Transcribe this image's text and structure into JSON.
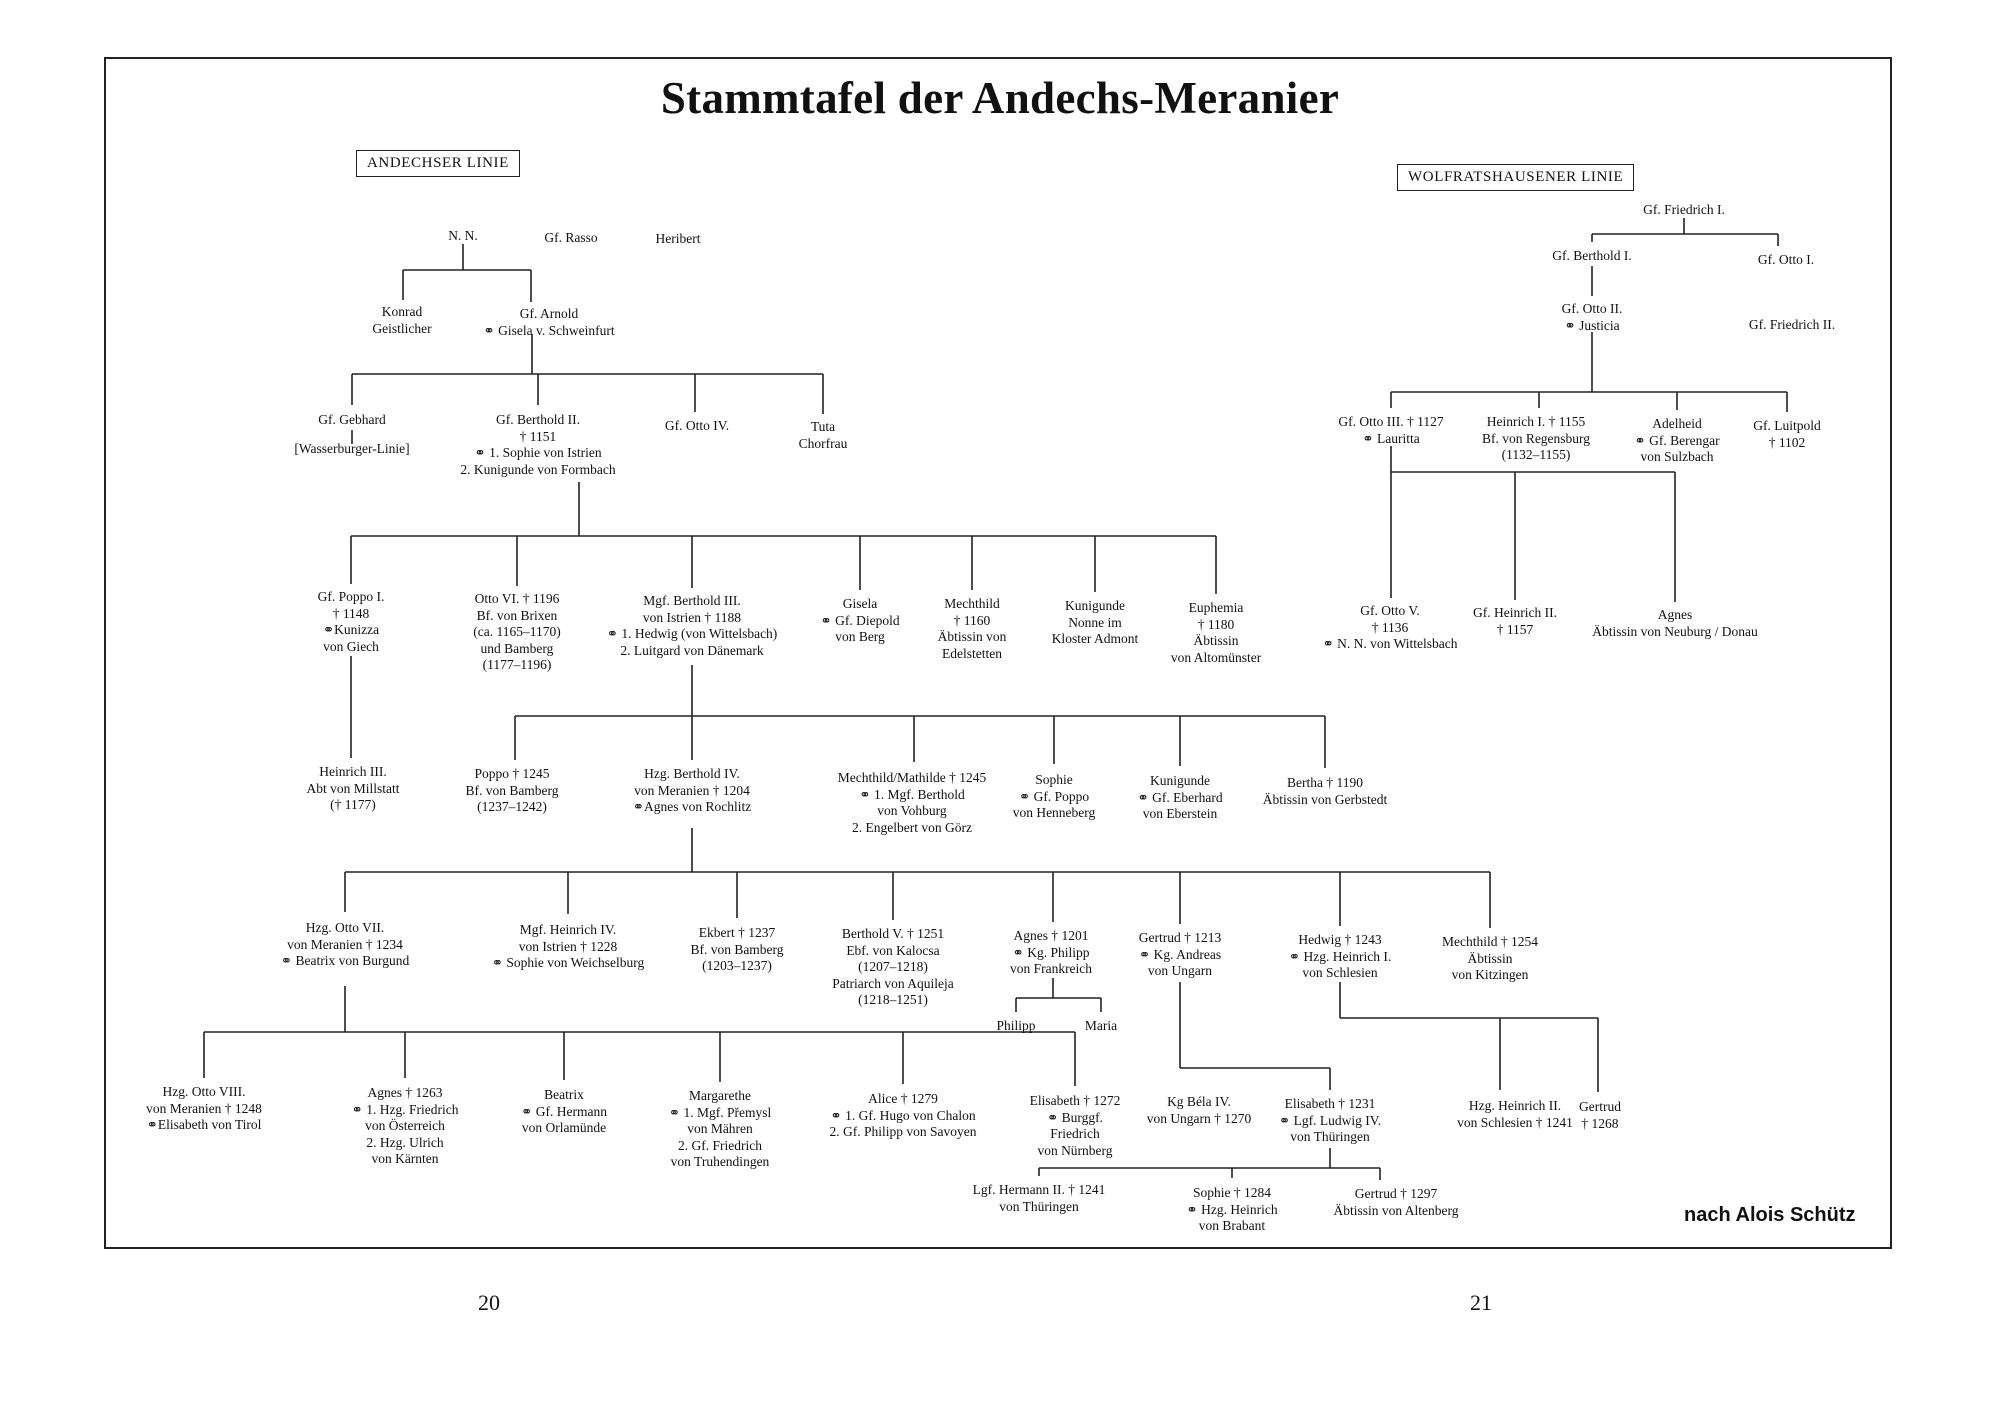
{
  "title": "Stammtafel der Andechs-Meranier",
  "line_boxes": {
    "andechs": "ANDECHSER LINIE",
    "wolfrats": "WOLFRATSHAUSENER LINIE"
  },
  "credit": "nach Alois Schütz",
  "pages": {
    "left": "20",
    "right": "21"
  },
  "persons": [
    {
      "id": "nn",
      "lines": [
        "N. N."
      ]
    },
    {
      "id": "rasso",
      "lines": [
        "Gf. Rasso"
      ]
    },
    {
      "id": "heribert",
      "lines": [
        "Heribert"
      ]
    },
    {
      "id": "konrad",
      "lines": [
        "Konrad",
        "Geistlicher"
      ]
    },
    {
      "id": "arnold",
      "lines": [
        "Gf. Arnold",
        "⚭ Gisela v. Schweinfurt"
      ]
    },
    {
      "id": "gebhard",
      "lines": [
        "Gf. Gebhard",
        "",
        "[Wasserburger-Linie]"
      ]
    },
    {
      "id": "berthold2",
      "lines": [
        "Gf. Berthold II.",
        "† 1151",
        "⚭ 1. Sophie von Istrien",
        "2. Kunigunde von Formbach"
      ]
    },
    {
      "id": "otto4",
      "lines": [
        "Gf. Otto IV."
      ]
    },
    {
      "id": "tuta",
      "lines": [
        "Tuta",
        "Chorfrau"
      ]
    },
    {
      "id": "poppo1",
      "lines": [
        "Gf. Poppo I.",
        "† 1148",
        "⚭Kunizza",
        "von Giech"
      ]
    },
    {
      "id": "otto6",
      "lines": [
        "Otto VI. † 1196",
        "Bf. von Brixen",
        "(ca. 1165–1170)",
        "und Bamberg",
        "(1177–1196)"
      ]
    },
    {
      "id": "berthold3",
      "lines": [
        "Mgf. Berthold III.",
        "von Istrien † 1188",
        "⚭ 1. Hedwig (von Wittelsbach)",
        "2. Luitgard von Dänemark"
      ]
    },
    {
      "id": "gisela",
      "lines": [
        "Gisela",
        "⚭ Gf. Diepold",
        "von Berg"
      ]
    },
    {
      "id": "mechthild1",
      "lines": [
        "Mechthild",
        "† 1160",
        "Äbtissin von",
        "Edelstetten"
      ]
    },
    {
      "id": "kunigunde1",
      "lines": [
        "Kunigunde",
        "Nonne im",
        "Kloster Admont"
      ]
    },
    {
      "id": "euphemia",
      "lines": [
        "Euphemia",
        "† 1180",
        "Äbtissin",
        "von Altomünster"
      ]
    },
    {
      "id": "heinrich3",
      "lines": [
        "Heinrich III.",
        "Abt von Millstatt",
        "(† 1177)"
      ]
    },
    {
      "id": "poppo2",
      "lines": [
        "Poppo † 1245",
        "Bf. von Bamberg",
        "(1237–1242)"
      ]
    },
    {
      "id": "berthold4",
      "lines": [
        "Hzg. Berthold IV.",
        "von Meranien † 1204",
        "⚭Agnes von Rochlitz"
      ]
    },
    {
      "id": "mechthild2",
      "lines": [
        "Mechthild/Mathilde † 1245",
        "⚭ 1. Mgf. Berthold",
        "von Vohburg",
        "2. Engelbert von Görz"
      ]
    },
    {
      "id": "sophie1",
      "lines": [
        "Sophie",
        "⚭ Gf. Poppo",
        "von Henneberg"
      ]
    },
    {
      "id": "kunigunde2",
      "lines": [
        "Kunigunde",
        "⚭ Gf. Eberhard",
        "von Eberstein"
      ]
    },
    {
      "id": "bertha",
      "lines": [
        "Bertha † 1190",
        "Äbtissin von Gerbstedt"
      ]
    },
    {
      "id": "otto7",
      "lines": [
        "Hzg. Otto VII.",
        "von Meranien † 1234",
        "⚭ Beatrix von Burgund"
      ]
    },
    {
      "id": "heinrich4",
      "lines": [
        "Mgf. Heinrich IV.",
        "von Istrien † 1228",
        "⚭ Sophie von Weichselburg"
      ]
    },
    {
      "id": "ekbert",
      "lines": [
        "Ekbert † 1237",
        "Bf. von Bamberg",
        "(1203–1237)"
      ]
    },
    {
      "id": "berthold5",
      "lines": [
        "Berthold V. † 1251",
        "Ebf. von Kalocsa",
        "(1207–1218)",
        "Patriarch von Aquileja",
        "(1218–1251)"
      ]
    },
    {
      "id": "agnes1",
      "lines": [
        "Agnes † 1201",
        "⚭ Kg. Philipp",
        "von Frankreich"
      ]
    },
    {
      "id": "gertrud1",
      "lines": [
        "Gertrud † 1213",
        "⚭ Kg. Andreas",
        "von Ungarn"
      ]
    },
    {
      "id": "hedwig",
      "lines": [
        "Hedwig † 1243",
        "⚭ Hzg. Heinrich I.",
        "von Schlesien"
      ]
    },
    {
      "id": "mechthild3",
      "lines": [
        "Mechthild † 1254",
        "Äbtissin",
        "von Kitzingen"
      ]
    },
    {
      "id": "philipp",
      "lines": [
        "Philipp"
      ]
    },
    {
      "id": "maria",
      "lines": [
        "Maria"
      ]
    },
    {
      "id": "otto8",
      "lines": [
        "Hzg. Otto VIII.",
        "von Meranien † 1248",
        "⚭Elisabeth von Tirol"
      ]
    },
    {
      "id": "agnes2",
      "lines": [
        "Agnes † 1263",
        "⚭ 1. Hzg. Friedrich",
        "von Österreich",
        "2. Hzg. Ulrich",
        "von Kärnten"
      ]
    },
    {
      "id": "beatrix",
      "lines": [
        "Beatrix",
        "⚭ Gf. Hermann",
        "von Orlamünde"
      ]
    },
    {
      "id": "margarethe",
      "lines": [
        "Margarethe",
        "⚭ 1. Mgf. Přemysl",
        "von Mähren",
        "2. Gf. Friedrich",
        "von Truhendingen"
      ]
    },
    {
      "id": "alice",
      "lines": [
        "Alice † 1279",
        "⚭ 1. Gf. Hugo von Chalon",
        "2. Gf. Philipp von Savoyen"
      ]
    },
    {
      "id": "elisabeth1",
      "lines": [
        "Elisabeth † 1272",
        "⚭ Burggf.",
        "Friedrich",
        "von Nürnberg"
      ]
    },
    {
      "id": "bela",
      "lines": [
        "Kg Béla IV.",
        "von Ungarn † 1270"
      ]
    },
    {
      "id": "elisabeth2",
      "lines": [
        "Elisabeth † 1231",
        "⚭ Lgf. Ludwig IV.",
        "von Thüringen"
      ]
    },
    {
      "id": "heinrich2s",
      "lines": [
        "Hzg. Heinrich II.",
        "von Schlesien † 1241"
      ]
    },
    {
      "id": "gertrud2",
      "lines": [
        "Gertrud",
        "† 1268"
      ]
    },
    {
      "id": "hermann2",
      "lines": [
        "Lgf. Hermann II. † 1241",
        "von Thüringen"
      ]
    },
    {
      "id": "sophie2",
      "lines": [
        "Sophie † 1284",
        "⚭ Hzg. Heinrich",
        "von Brabant"
      ]
    },
    {
      "id": "gertrud3",
      "lines": [
        "Gertrud † 1297",
        "Äbtissin von Altenberg"
      ]
    },
    {
      "id": "friedrich1",
      "lines": [
        "Gf. Friedrich I."
      ]
    },
    {
      "id": "wberthold1",
      "lines": [
        "Gf. Berthold I."
      ]
    },
    {
      "id": "wotto1",
      "lines": [
        "Gf. Otto I."
      ]
    },
    {
      "id": "wotto2",
      "lines": [
        "Gf. Otto II.",
        "⚭ Justicia"
      ]
    },
    {
      "id": "friedrich2",
      "lines": [
        "Gf. Friedrich II."
      ]
    },
    {
      "id": "wotto3",
      "lines": [
        "Gf. Otto III. † 1127",
        "⚭ Lauritta"
      ]
    },
    {
      "id": "wheinrich1",
      "lines": [
        "Heinrich I. † 1155",
        "Bf. von Regensburg",
        "(1132–1155)"
      ]
    },
    {
      "id": "adelheid",
      "lines": [
        "Adelheid",
        "⚭ Gf. Berengar",
        "von Sulzbach"
      ]
    },
    {
      "id": "luitpold",
      "lines": [
        "Gf. Luitpold",
        "† 1102"
      ]
    },
    {
      "id": "wotto5",
      "lines": [
        "Gf. Otto V.",
        "† 1136",
        "⚭ N. N. von Wittelsbach"
      ]
    },
    {
      "id": "wheinrich2",
      "lines": [
        "Gf. Heinrich II.",
        "† 1157"
      ]
    },
    {
      "id": "wagnes",
      "lines": [
        "Agnes",
        "Äbtissin von Neuburg / Donau"
      ]
    }
  ]
}
